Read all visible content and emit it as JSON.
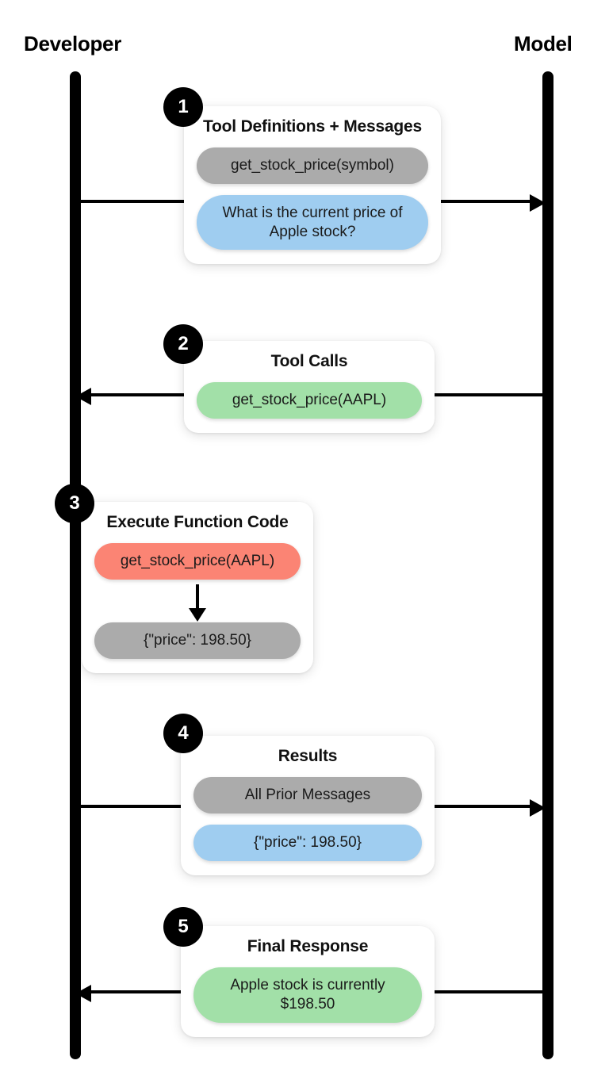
{
  "actors": {
    "left": "Developer",
    "right": "Model"
  },
  "colors": {
    "gray_pill": "#ababab",
    "blue_pill": "#9fcdf0",
    "green_pill": "#a2e0a8",
    "red_pill": "#fb8474",
    "lifeline": "#000000",
    "badge": "#000000",
    "card": "#ffffff"
  },
  "steps": [
    {
      "number": "1",
      "title": "Tool Definitions + Messages",
      "pills": [
        {
          "text": "get_stock_price(symbol)",
          "color": "gray"
        },
        {
          "text": "What is the current price of Apple stock?",
          "color": "blue"
        }
      ],
      "arrow_direction": "right"
    },
    {
      "number": "2",
      "title": "Tool Calls",
      "pills": [
        {
          "text": "get_stock_price(AAPL)",
          "color": "green"
        }
      ],
      "arrow_direction": "left"
    },
    {
      "number": "3",
      "title": "Execute Function Code",
      "pills": [
        {
          "text": "get_stock_price(AAPL)",
          "color": "red"
        },
        {
          "text": "{\"price\": 198.50}",
          "color": "gray"
        }
      ],
      "arrow_direction": "internal-down"
    },
    {
      "number": "4",
      "title": "Results",
      "pills": [
        {
          "text": "All Prior Messages",
          "color": "gray"
        },
        {
          "text": "{\"price\": 198.50}",
          "color": "blue"
        }
      ],
      "arrow_direction": "right"
    },
    {
      "number": "5",
      "title": "Final Response",
      "pills": [
        {
          "text": "Apple stock is currently $198.50",
          "color": "green"
        }
      ],
      "arrow_direction": "left"
    }
  ]
}
